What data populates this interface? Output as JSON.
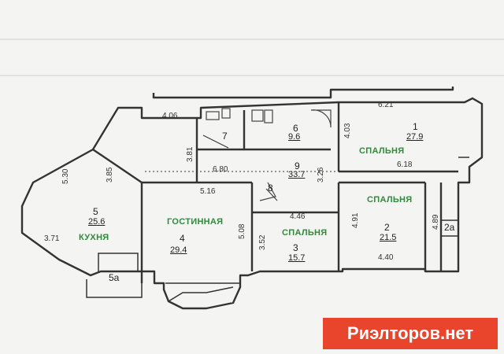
{
  "rooms": [
    {
      "id": "kitchen",
      "num": "5",
      "area": "25.6",
      "name": "КУХНЯ"
    },
    {
      "id": "living",
      "num": "4",
      "area": "29.4",
      "name": "ГОСТИННАЯ"
    },
    {
      "id": "bed3",
      "num": "3",
      "area": "15.7",
      "name": "СПАЛЬНЯ"
    },
    {
      "id": "bed2",
      "num": "2",
      "area": "21.5",
      "name": "СПАЛЬНЯ"
    },
    {
      "id": "bed1",
      "num": "1",
      "area": "27.9",
      "name": "СПАЛЬНЯ"
    },
    {
      "id": "hall",
      "num": "9",
      "area": "33.7"
    },
    {
      "id": "bath6",
      "num": "6",
      "area": "9.6"
    },
    {
      "id": "wc7",
      "num": "7"
    },
    {
      "id": "closet8",
      "num": "8"
    },
    {
      "id": "balcony2a",
      "num": "2a"
    },
    {
      "id": "balcony5a",
      "num": "5a"
    }
  ],
  "dimensions": [
    "4.06",
    "3.81",
    "6.21",
    "4.03",
    "6.18",
    "3.26",
    "5.30",
    "3.85",
    "6.80",
    "5.16",
    "4.46",
    "4.91",
    "4.89",
    "5.08",
    "3.52",
    "4.40",
    "3.71"
  ],
  "watermark": "Риэлторов.нет"
}
